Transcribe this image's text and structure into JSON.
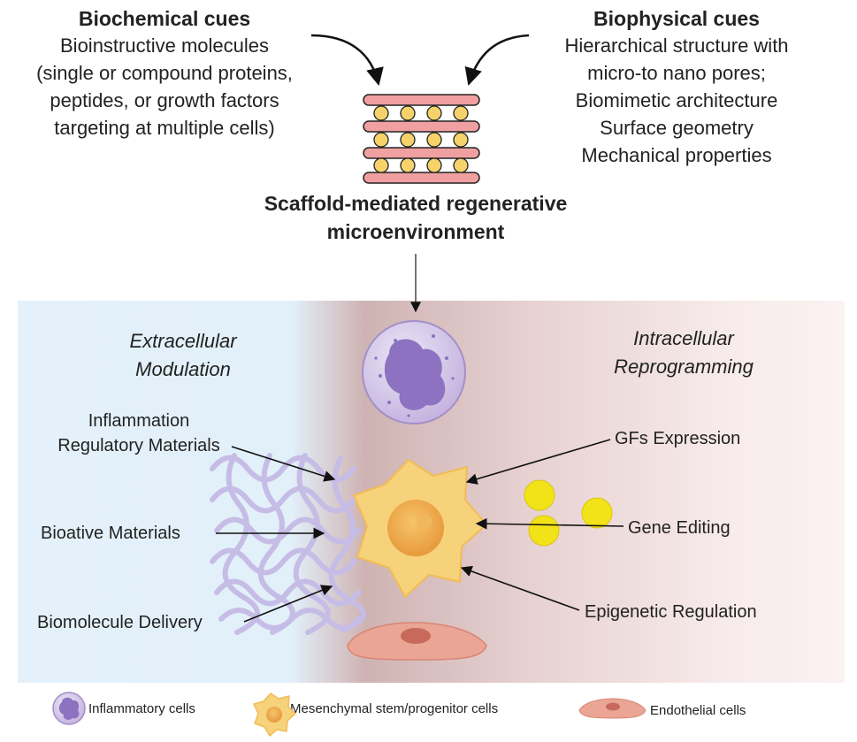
{
  "biochemical": {
    "title": "Biochemical cues",
    "lines": [
      "Bioinstructive molecules",
      "(single or compound proteins,",
      "peptides, or growth factors",
      "targeting at multiple cells)"
    ]
  },
  "biophysical": {
    "title": "Biophysical cues",
    "lines": [
      "Hierarchical structure with",
      "micro-to nano pores;",
      "Biomimetic architecture",
      "Surface geometry",
      "Mechanical properties"
    ]
  },
  "center_title": [
    "Scaffold-mediated regenerative",
    "microenvironment"
  ],
  "extracellular": [
    "Extracellular",
    "Modulation"
  ],
  "intracellular": [
    "Intracellular",
    "Reprogramming"
  ],
  "left_labels": {
    "inflammation": [
      "Inflammation",
      "Regulatory Materials"
    ],
    "bioactive": "Bioative Materials",
    "biomolecule": "Biomolecule Delivery"
  },
  "right_labels": {
    "gfs": "GFs Expression",
    "gene": "Gene Editing",
    "epigenetic": "Epigenetic Regulation"
  },
  "legend": {
    "inflammatory": "Inflammatory cells",
    "msc": "Mesenchymal stem/progenitor cells",
    "endothelial": "Endothelial cells"
  },
  "colors": {
    "scaffold_bar": "#f0a0a0",
    "scaffold_dot": "#f5d36a",
    "inflammatory_cell": "#b9a6d6",
    "msc_cell": "#f6d27a",
    "endothelial_cell": "#eaa595",
    "fiber": "#c6bde6",
    "yellow_particle": "#f2e218"
  }
}
